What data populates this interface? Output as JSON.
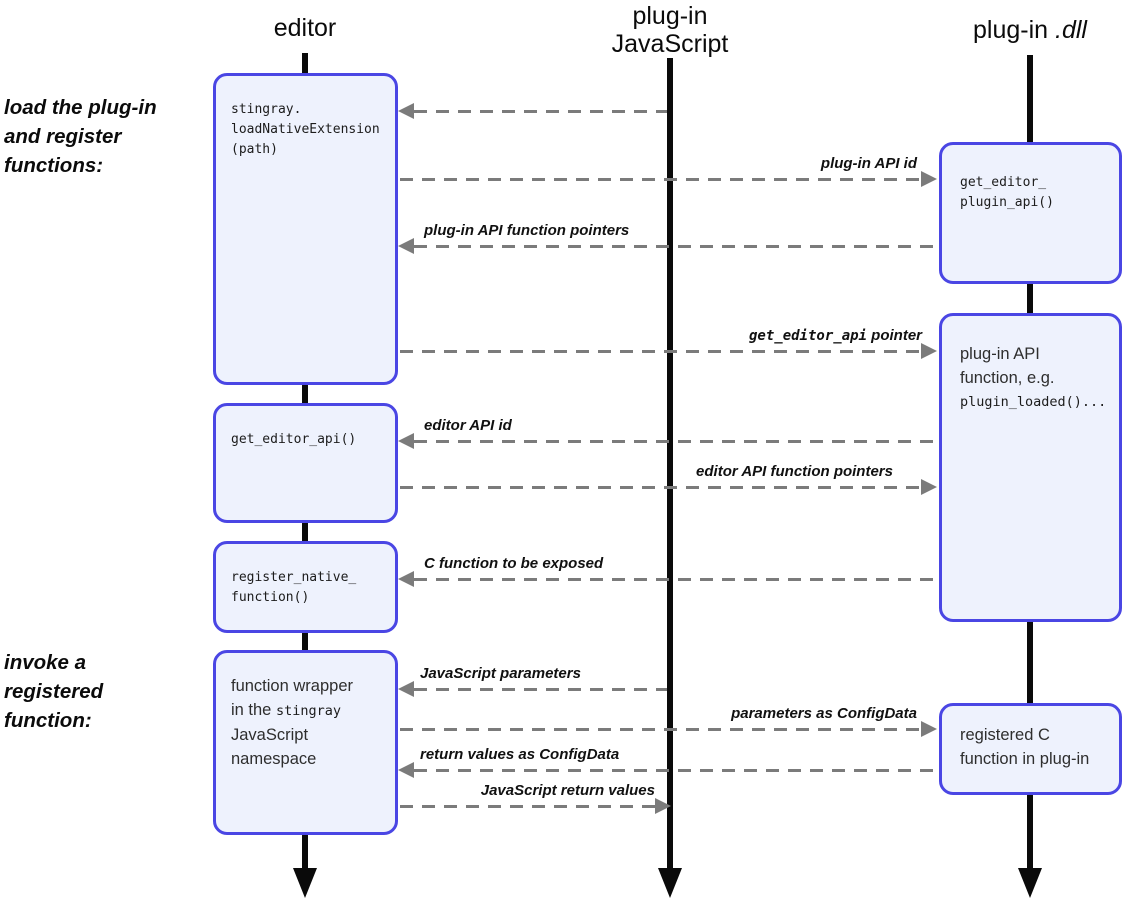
{
  "headers": {
    "editor_title": "editor",
    "js_title_line1": "plug-in",
    "js_title_line2": "JavaScript",
    "dll_title_text": "plug-in ",
    "dll_title_italic": ".dll"
  },
  "side_labels": {
    "load_line1": "load the plug-in",
    "load_line2": "and register",
    "load_line3": "functions:",
    "invoke_line1": "invoke a",
    "invoke_line2": "registered",
    "invoke_line3": "function:"
  },
  "editor_boxes": {
    "load_native_line1": "stingray.",
    "load_native_line2": "loadNativeExtension",
    "load_native_line3": "(path)",
    "get_editor_api": "get_editor_api()",
    "register_native_line1": "register_native_",
    "register_native_line2": "function()",
    "wrapper_line1": "function wrapper",
    "wrapper_line2_text": "in the ",
    "wrapper_line2_code": "stingray",
    "wrapper_line3": "JavaScript",
    "wrapper_line4": "namespace"
  },
  "dll_boxes": {
    "get_plugin_api_line1": "get_editor_",
    "get_plugin_api_line2": "plugin_api()",
    "plugin_api_line1": "plug-in API",
    "plugin_api_line2": "function, e.g.",
    "plugin_api_line3_code": "plugin_loaded()...",
    "registered_line1": "registered C",
    "registered_line2": "function in plug-in"
  },
  "messages": {
    "m2_label": "plug-in API id",
    "m3_label": "plug-in API function pointers",
    "m4_label_code": "get_editor_api",
    "m4_label_text": " pointer",
    "m5_label": "editor API id",
    "m6_label": "editor API function pointers",
    "m7_label": "C function to be exposed",
    "m8_label": "JavaScript parameters",
    "m9_label": "parameters as ConfigData",
    "m10_label": "return values as ConfigData",
    "m11_label": "JavaScript return values"
  },
  "colors": {
    "box_border": "#4a46e4",
    "box_fill": "#eef2fd",
    "arrow_gray": "#7b7b7b",
    "lifeline": "#0a0a0a"
  }
}
